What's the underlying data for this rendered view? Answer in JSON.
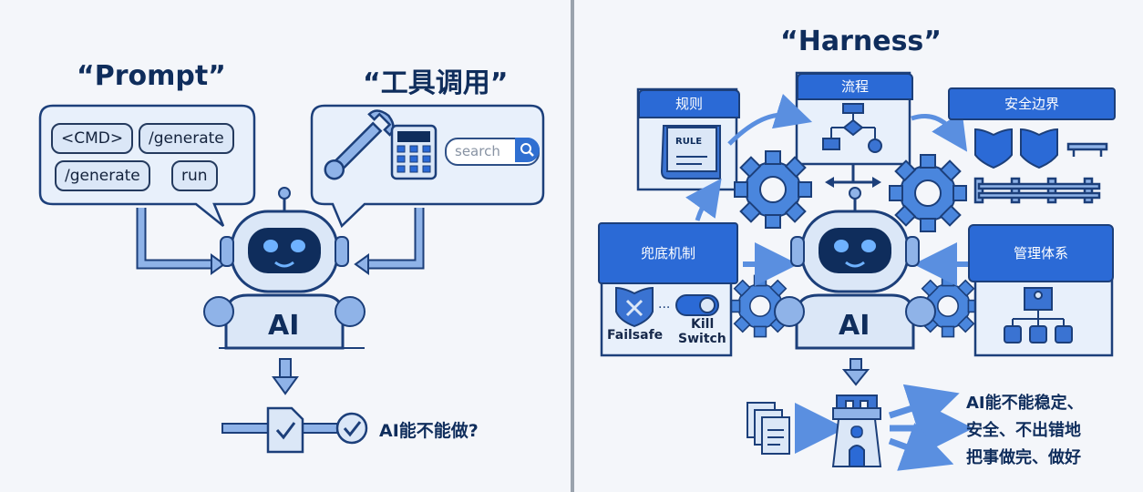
{
  "left": {
    "title": "“Prompt”",
    "tool_title": "“工具调用”",
    "chips": [
      "<CMD>",
      "/generate",
      "/generate",
      "run"
    ],
    "search_placeholder": "search",
    "robot_label": "AI",
    "question": "AI能不能做?"
  },
  "right": {
    "title": "“Harness”",
    "boxes": {
      "rules": "规则",
      "rule_book": "RULE",
      "flow": "流程",
      "security": "安全边界",
      "fallback": "兜底机制",
      "failsafe": "Failsafe",
      "kill_switch_1": "Kill",
      "kill_switch_2": "Switch",
      "management": "管理体系"
    },
    "robot_label": "AI",
    "answer": [
      "AI能不能稳定、",
      "安全、不出错地",
      "把事做完、做好"
    ]
  },
  "colors": {
    "accent": "#2b6ad6",
    "dark": "#0f2d5c",
    "light_fill": "#dbe7f7",
    "gear_fill": "#4a86dd"
  }
}
